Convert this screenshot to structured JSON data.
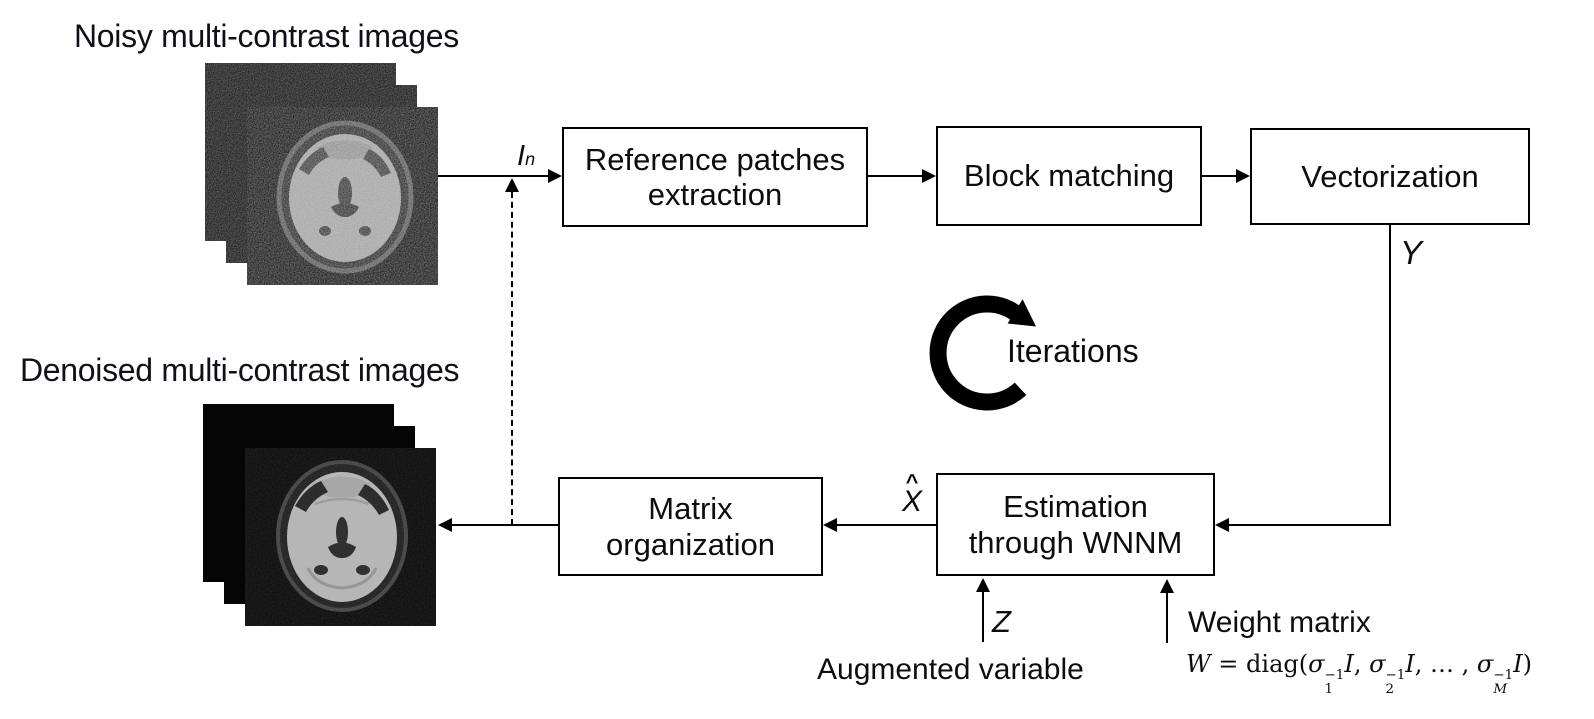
{
  "titles": {
    "noisy": "Noisy multi-contrast images",
    "denoised": "Denoised multi-contrast images"
  },
  "boxes": {
    "reference_line1": "Reference patches",
    "reference_line2": "extraction",
    "block_matching": "Block matching",
    "vectorization": "Vectorization",
    "estimation_line1": "Estimation",
    "estimation_line2": "through WNNM",
    "matrix_line1": "Matrix",
    "matrix_line2": "organization"
  },
  "labels": {
    "input_symbol": "I",
    "input_subscript": "n",
    "y_symbol": "Y",
    "x_hat_accent": "^",
    "x_hat_base": "X",
    "z_symbol": "Z",
    "iterations": "Iterations",
    "augmented_variable": "Augmented variable",
    "weight_matrix": "Weight matrix"
  },
  "formula": {
    "w": "W",
    "eq": " = diag(",
    "sigma": "σ",
    "inverse": "−1",
    "sub_1": "1",
    "sub_2": "2",
    "sub_m": "M",
    "identity": "I",
    "comma": ", ",
    "dots": "… , ",
    "close": ")"
  },
  "icons": {
    "iterations_icon": "circular-arrow-icon",
    "noisy_stack_icon": "noisy-brain-mri-stack",
    "denoised_stack_icon": "denoised-brain-mri-stack"
  },
  "colors": {
    "background": "#ffffff",
    "line": "#000000",
    "box_border": "#000000",
    "text": "#111111"
  }
}
